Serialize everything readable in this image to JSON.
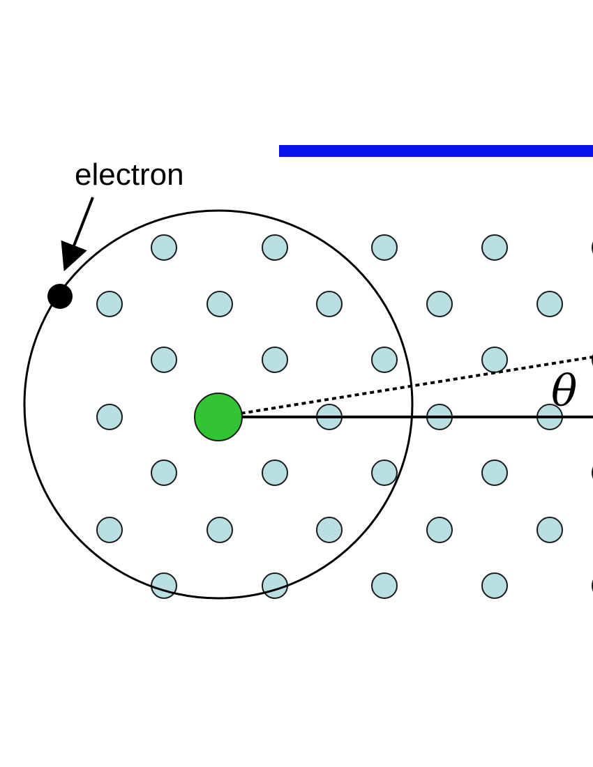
{
  "labels": {
    "electron": "electron",
    "angle": "θ"
  },
  "colors": {
    "background": "#ffffff",
    "lattice_atom_fill": "#b9dfe3",
    "lattice_atom_stroke": "#1a1a1a",
    "center_atom_fill": "#33c433",
    "electron_fill": "#000000",
    "bar": "#0a12ee",
    "orbit": "#000000"
  },
  "icons": {
    "electron": "filled-black-dot",
    "nucleus": "filled-green-circle",
    "lattice_atom": "light-blue-circle"
  }
}
